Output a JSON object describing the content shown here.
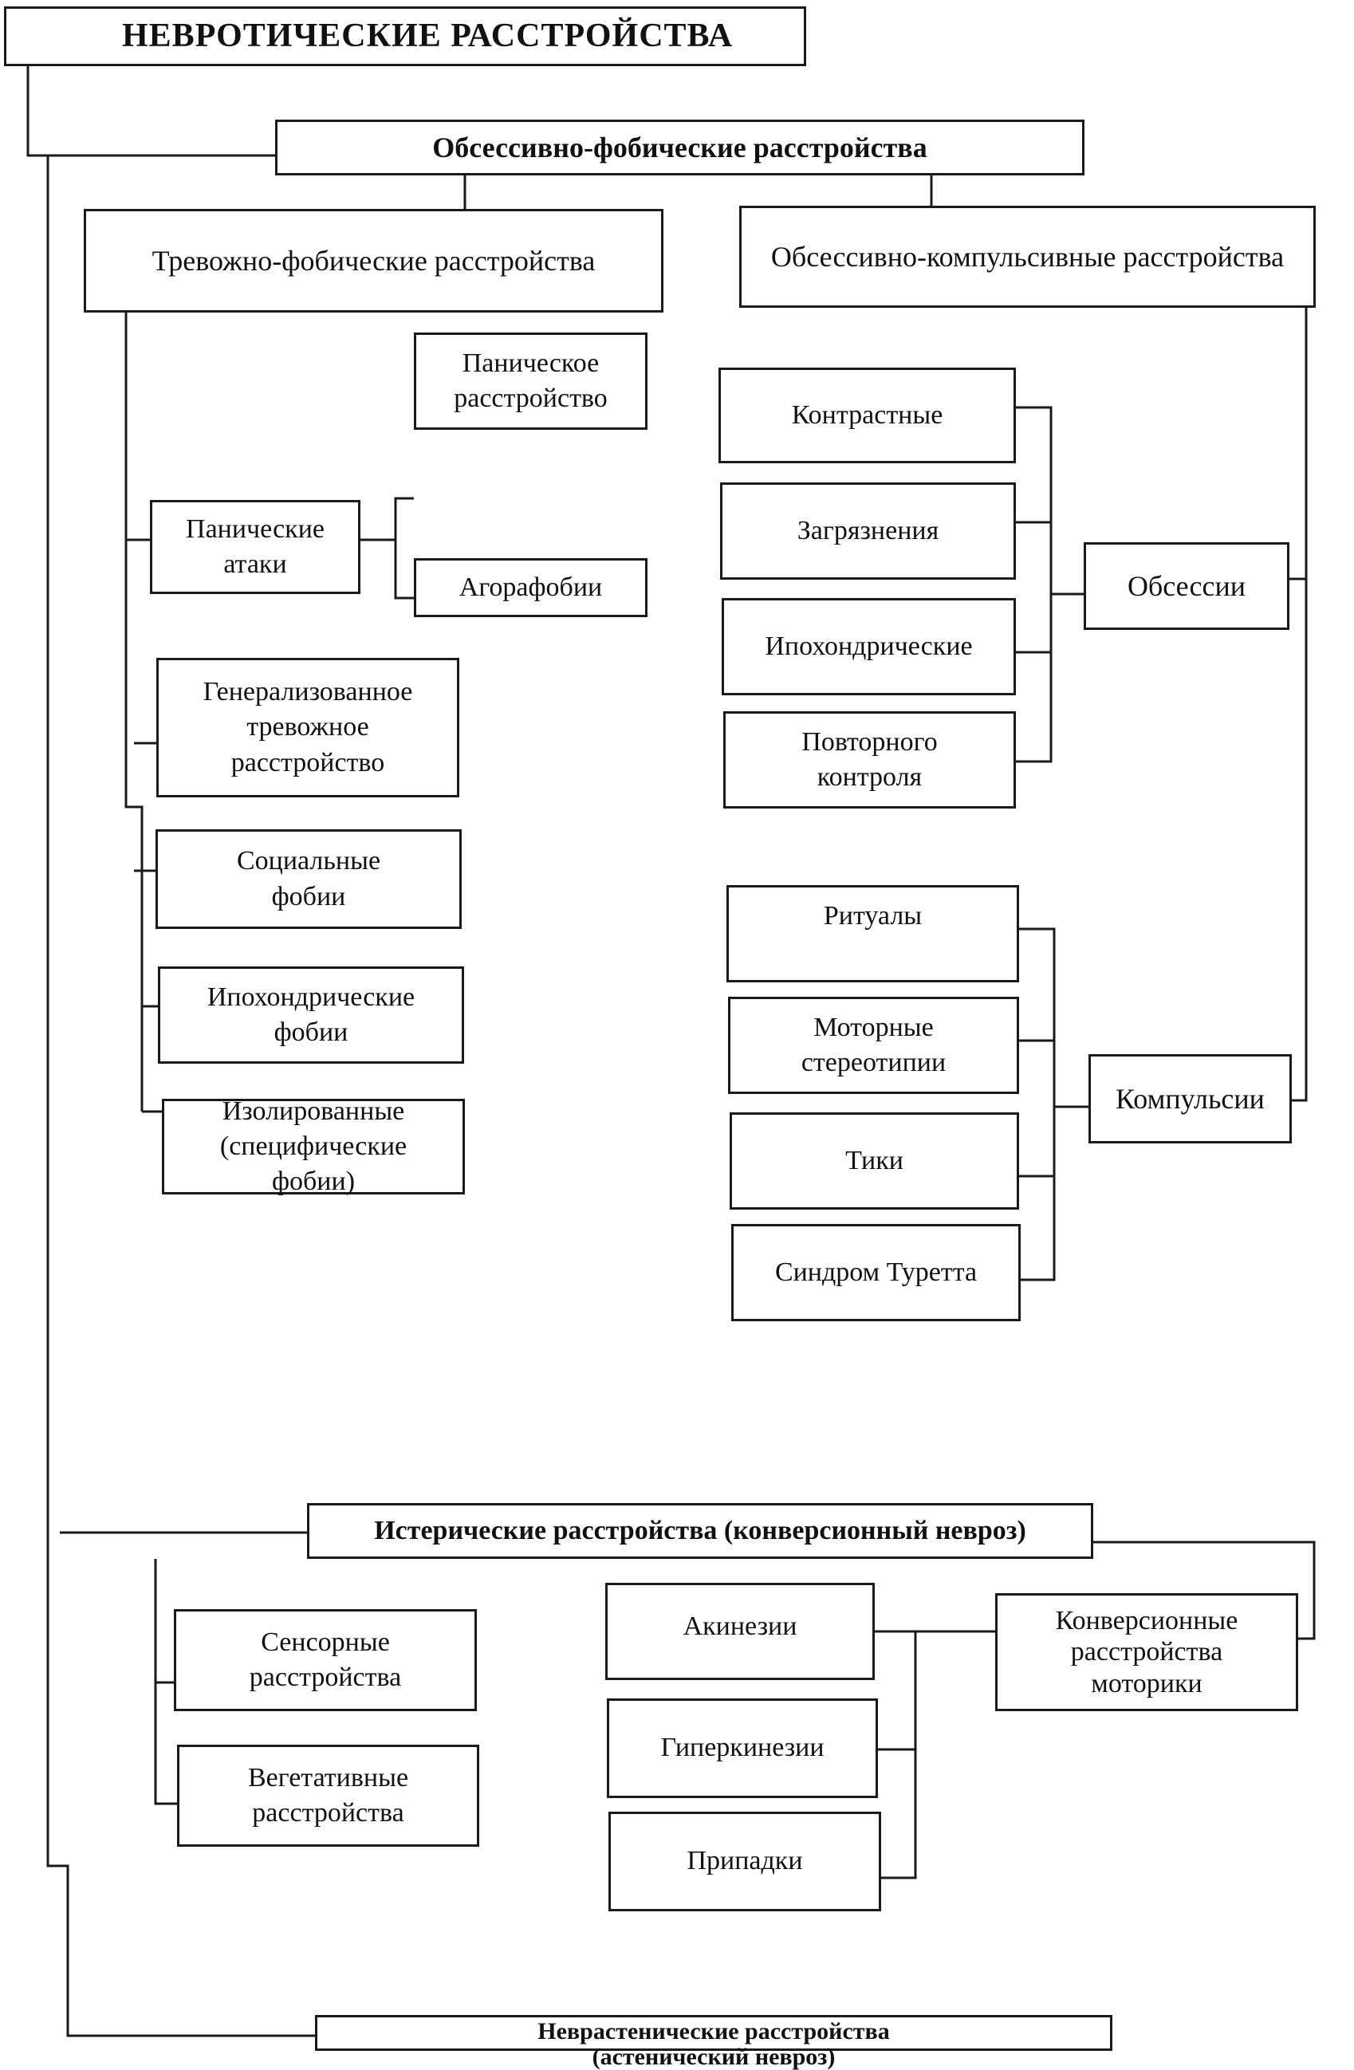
{
  "root": {
    "label": "НЕВРОТИЧЕСКИЕ РАССТРОЙСТВА"
  },
  "obsessive_phobic": {
    "label": "Обсессивно-фобические расстройства",
    "anxiety_phobic": {
      "label": "Тревожно-фобические расстройства",
      "panic_attacks": "Панические\nатаки",
      "panic_disorder": "Паническое\nрасстройство",
      "agoraphobia": "Агорафобии",
      "generalized": "Генерализованное\nтревожное\nрасстройство",
      "social": "Социальные\nфобии",
      "hypochondriac_phobias": "Ипохондрические\nфобии",
      "isolated": "Изолированные\n(специфические\nфобии)"
    },
    "obsessive_compulsive": {
      "label": "Обсессивно-компульсивные расстройства",
      "obsessions": {
        "label": "Обсессии",
        "items": [
          "Контрастные",
          "Загрязнения",
          "Ипохондрические",
          "Повторного\nконтроля"
        ]
      },
      "compulsions": {
        "label": "Компульсии",
        "items": [
          "Ритуалы",
          "Моторные\nстереотипии",
          "Тики",
          "Синдром Туретта"
        ]
      }
    }
  },
  "hysterical": {
    "label": "Истерические расстройства (конверсионный невроз)",
    "sensory": "Сенсорные\nрасстройства",
    "vegetative": "Вегетативные\nрасстройства",
    "conversion_motor": {
      "label": "Конверсионные\nрасстройства\nмоторики",
      "items": [
        "Акинезии",
        "Гиперкинезии",
        "Припадки"
      ]
    }
  },
  "neurasthenic": {
    "label": "Неврастенические расстройства\n(астенический невроз)"
  }
}
